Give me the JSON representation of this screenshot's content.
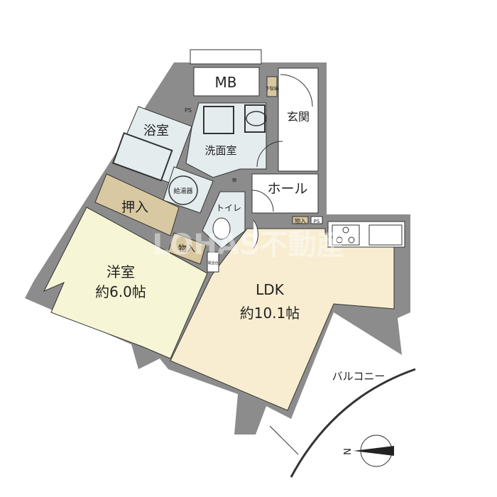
{
  "rooms": {
    "mb": "MB",
    "geta": "下駄箱",
    "genkan": "玄関",
    "ps1": "PS",
    "bath": "浴室",
    "washroom": "洗面室",
    "shelf": "棚",
    "water_heater": "給湯器",
    "hall": "ホール",
    "oshiire": "押入",
    "toilet": "トイレ",
    "storage1": "物入",
    "storage2": "物入",
    "ps2": "PS",
    "phone_stand": "電話台",
    "western_room": "洋室",
    "western_room_size": "約6.0帖",
    "ldk": "LDK",
    "ldk_size": "約10.1帖",
    "balcony": "バルコニー"
  },
  "compass": {
    "north_label": "N"
  },
  "watermark": "LOHAS不動産",
  "colors": {
    "wall": "#8c8c8c",
    "western_room": "#f6f5d6",
    "ldk": "#f8edd1",
    "oshiire": "#d9c9a2",
    "wet_area": "#e4ecee",
    "storage": "#d8c79f"
  }
}
